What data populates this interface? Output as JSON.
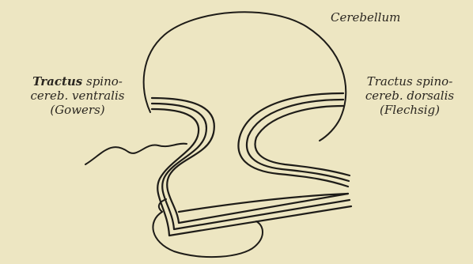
{
  "figure": {
    "label_top": "Cerebellum",
    "label_left": {
      "line1_bold": "Tractus",
      "line1_rest": " spino-",
      "line2": "cereb. ventralis",
      "line3": "(Gowers)"
    },
    "label_right": {
      "line1": "Tractus spino-",
      "line2": "cereb. dorsalis",
      "line3": "(Flechsig)"
    }
  }
}
